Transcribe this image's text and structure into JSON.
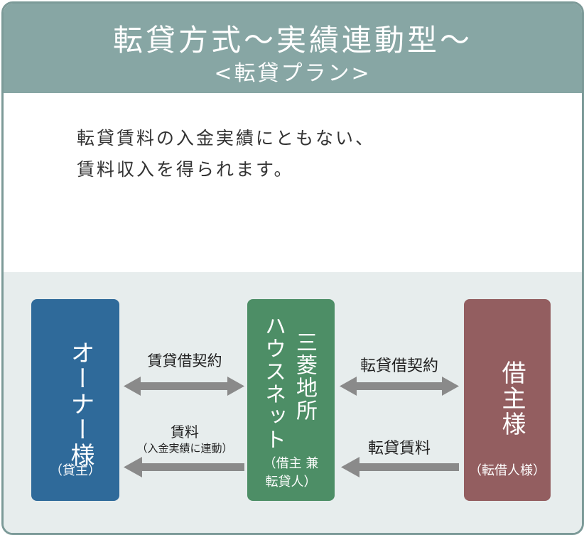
{
  "header": {
    "title": "転貸方式〜実績連動型〜",
    "subtitle": "<転貸プラン>"
  },
  "description": {
    "line1": "転貸賃料の入金実績にともない、",
    "line2": "賃料収入を得られます。"
  },
  "diagram": {
    "owner": {
      "name": "オーナー様",
      "role": "（貸主）"
    },
    "mitsubishi": {
      "name_line1": "三菱地所",
      "name_line2": "ハウスネット",
      "role_line1": "（借主 兼",
      "role_line2": "転貸人）"
    },
    "borrower": {
      "name": "借主様",
      "role": "（転借人様）"
    },
    "left_contract": "賃貸借契約",
    "left_payment": "賃料",
    "left_payment_note": "（入金実績に連動）",
    "right_contract": "転貸借契約",
    "right_payment": "転貸賃料"
  },
  "colors": {
    "header_bg": "#87a6a4",
    "owner_box": "#2f6a9a",
    "mitsubishi_box": "#4d8e66",
    "borrower_box": "#935e60",
    "arrow": "#8a8a8a"
  }
}
